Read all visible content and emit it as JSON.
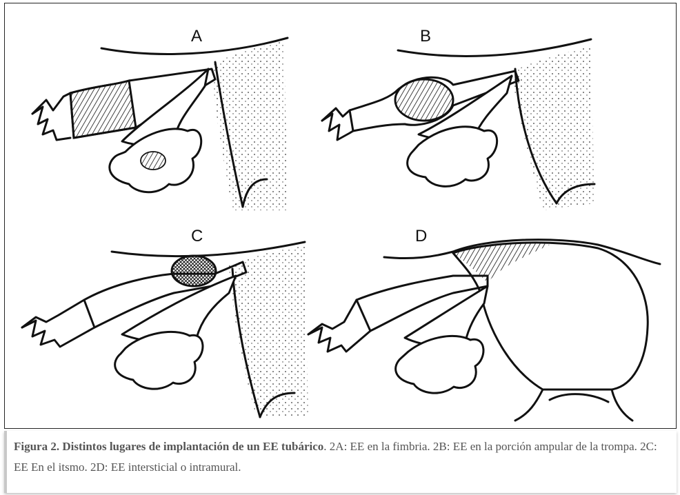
{
  "figure": {
    "panels": [
      {
        "label": "A",
        "description_site": "fimbria"
      },
      {
        "label": "B",
        "description_site": "ampular"
      },
      {
        "label": "C",
        "description_site": "istmo"
      },
      {
        "label": "D",
        "description_site": "intersticial"
      }
    ]
  },
  "caption": {
    "title": "Figura 2. Distintos lugares de implantación de un EE tubárico",
    "text": ". 2A: EE en la fimbria. 2B: EE en la porción ampular de la trompa. 2C: EE En el itsmo. 2D: EE intersticial o intramural."
  }
}
